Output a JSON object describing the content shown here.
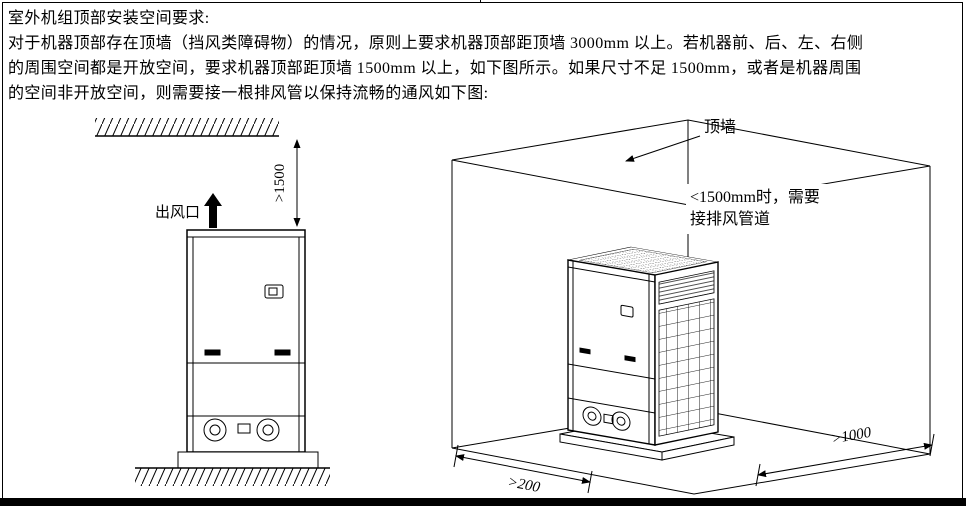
{
  "colors": {
    "ink": "#000000",
    "paper": "#ffffff"
  },
  "text": {
    "heading": "室外机组顶部安装空间要求:",
    "lines": [
      "对于机器顶部存在顶墙（挡风类障碍物）的情况，原则上要求机器顶部距顶墙 3000mm 以上。若机器前、后、左、右侧",
      "的周围空间都是开放空间，要求机器顶部距顶墙 1500mm 以上，如下图所示。如果尺寸不足 1500mm，或者是机器周围",
      "的空间非开放空间，则需要接一根排风管以保持流畅的通风如下图:"
    ]
  },
  "front_view": {
    "clearance_label": ">1500",
    "air_outlet_label": "出风口"
  },
  "iso_view": {
    "ceiling_label": "顶墙",
    "duct_note_line1": "<1500mm时，需要",
    "duct_note_line2": "接排风管道",
    "front_clearance_label": ">200",
    "side_clearance_label": ">1000"
  }
}
